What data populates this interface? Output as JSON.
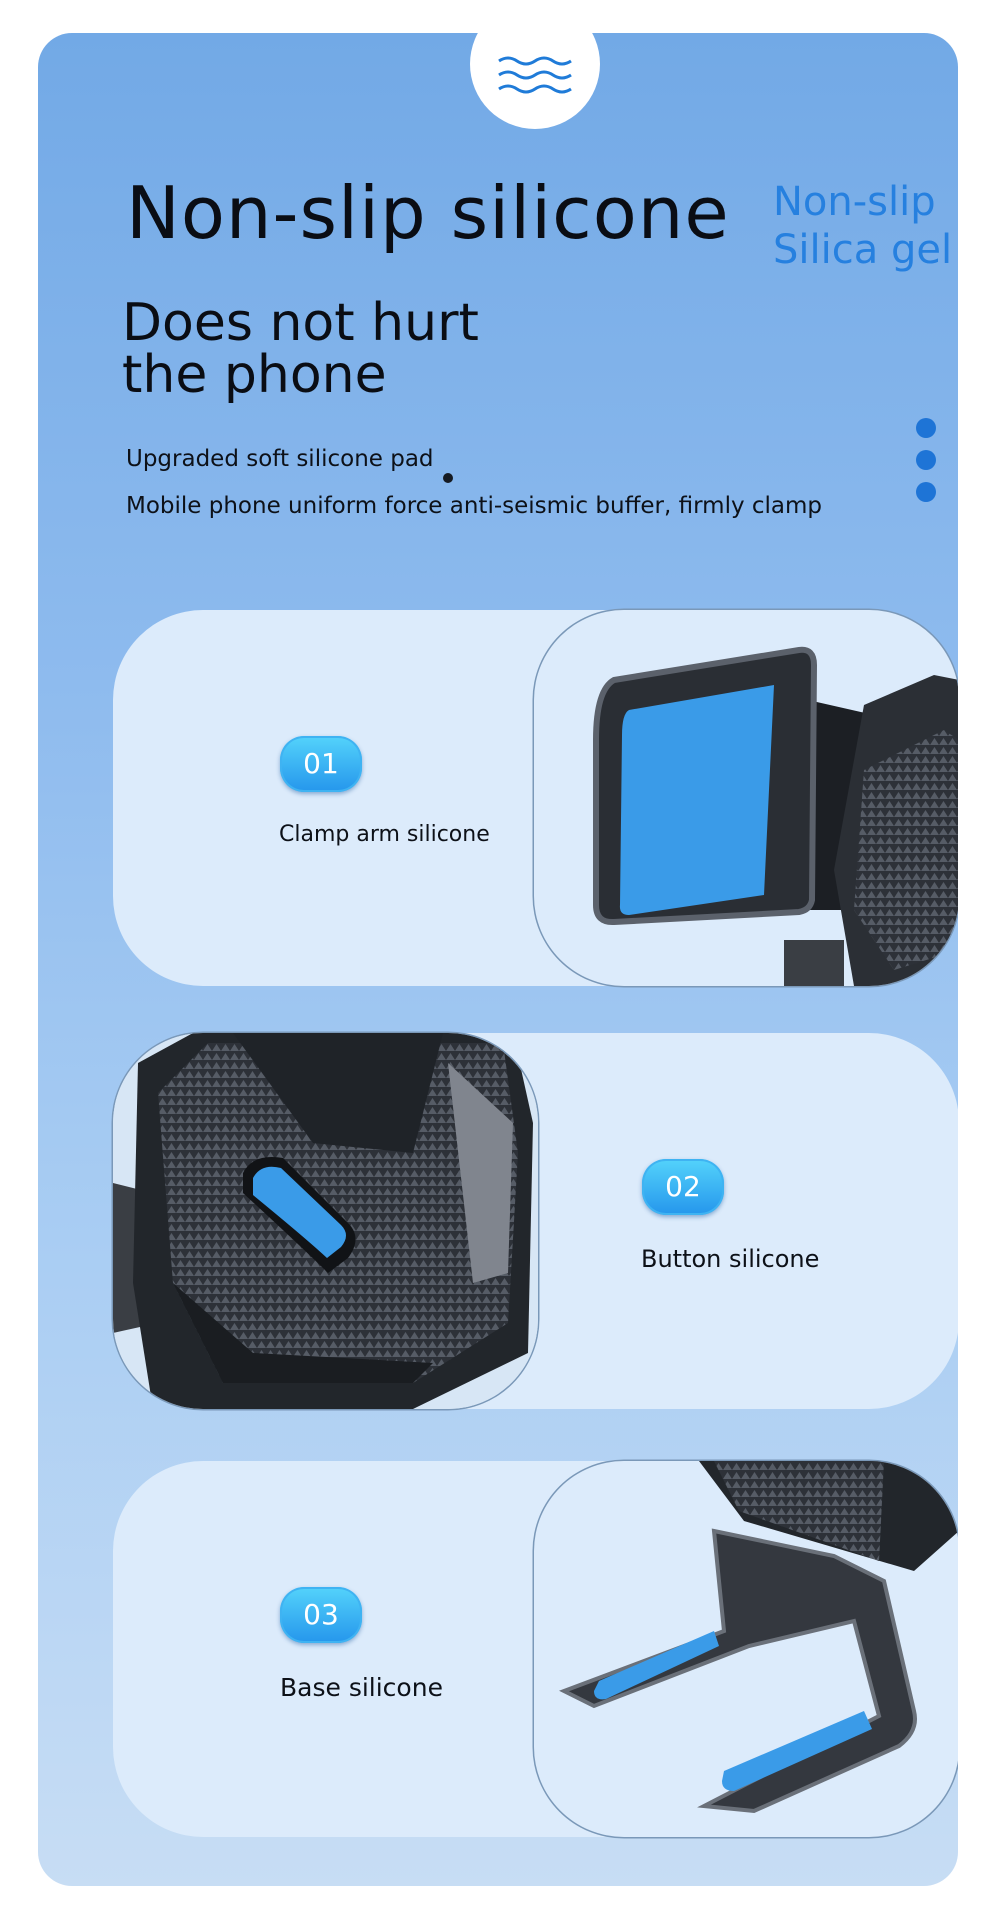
{
  "header": {
    "title": "Non-slip silicone",
    "side_label_line1": "Non-slip",
    "side_label_line2": "Silica gel",
    "subtitle_line1": "Does not hurt",
    "subtitle_line2": "the phone"
  },
  "description": {
    "line1": "Upgraded soft silicone pad",
    "line2": "Mobile phone uniform force anti-seismic buffer, firmly clamp"
  },
  "features": [
    {
      "number": "01",
      "label": "Clamp arm silicone"
    },
    {
      "number": "02",
      "label": "Button silicone"
    },
    {
      "number": "03",
      "label": "Base silicone"
    }
  ],
  "colors": {
    "accent": "#2680df",
    "badge_top": "#54d3fb",
    "badge_bottom": "#2596ec",
    "card_bg": "#dcebfb",
    "silicone_blue": "#3a9be8"
  },
  "icons": {
    "header": "wave-icon",
    "page_indicator": "dots-indicator-icon"
  }
}
